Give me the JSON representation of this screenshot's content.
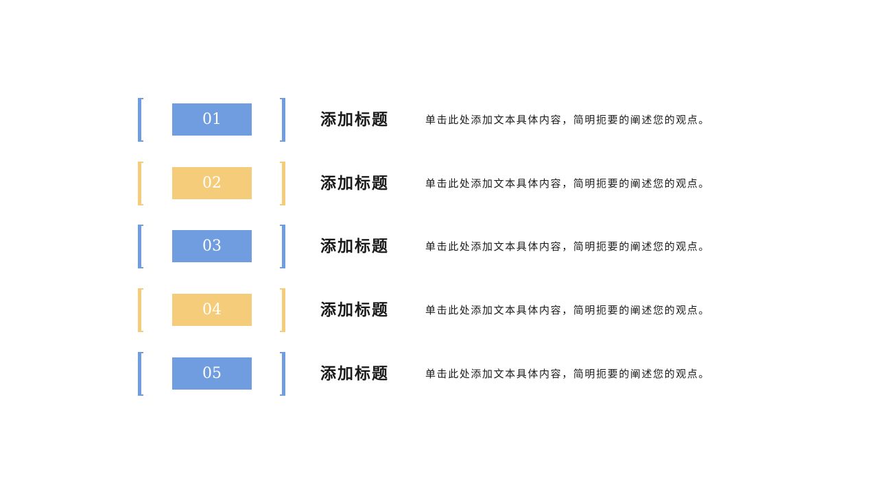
{
  "colors": {
    "blue": "#6f9de0",
    "yellow": "#f5cd7a",
    "text": "#1a1a1a",
    "background": "#ffffff"
  },
  "items": [
    {
      "number": "01",
      "title": "添加标题",
      "description": "单击此处添加文本具体内容，简明扼要的阐述您的观点。",
      "accent": "blue"
    },
    {
      "number": "02",
      "title": "添加标题",
      "description": "单击此处添加文本具体内容，简明扼要的阐述您的观点。",
      "accent": "yellow"
    },
    {
      "number": "03",
      "title": "添加标题",
      "description": "单击此处添加文本具体内容，简明扼要的阐述您的观点。",
      "accent": "blue"
    },
    {
      "number": "04",
      "title": "添加标题",
      "description": "单击此处添加文本具体内容，简明扼要的阐述您的观点。",
      "accent": "yellow"
    },
    {
      "number": "05",
      "title": "添加标题",
      "description": "单击此处添加文本具体内容，简明扼要的阐述您的观点。",
      "accent": "blue"
    }
  ]
}
